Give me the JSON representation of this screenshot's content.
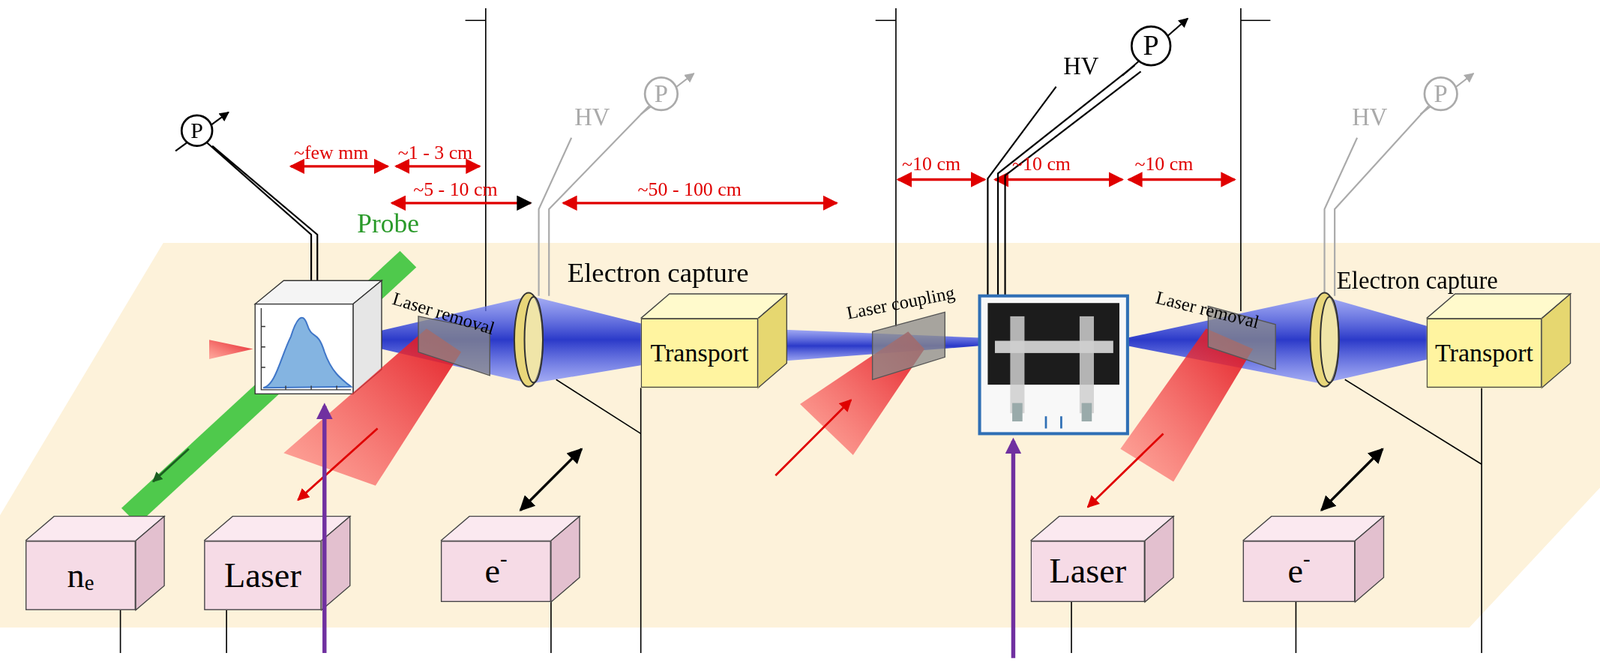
{
  "diagram": {
    "nodes": [
      {
        "text": [
          "P"
        ]
      },
      {
        "text": [
          "P"
        ]
      },
      {
        "text": [
          "P"
        ]
      },
      {
        "text": [
          "P"
        ]
      },
      {
        "text": [
          "Transport"
        ]
      },
      {
        "text": [
          "Transport"
        ]
      },
      {
        "text": [
          "n",
          "e"
        ]
      },
      {
        "text": [
          "Laser"
        ]
      },
      {
        "text": [
          "e",
          "-"
        ]
      },
      {
        "text": [
          "Laser"
        ]
      },
      {
        "text": [
          "e",
          "-"
        ]
      }
    ],
    "labels": [
      "~few mm",
      "~1 - 3 cm",
      "~5 - 10 cm",
      "~50 - 100 cm",
      "~10 cm",
      "~10 cm",
      "~10 cm",
      "Probe",
      "Laser removal",
      "Electron capture",
      "Laser coupling",
      "Laser removal",
      "Electron capture",
      "HV",
      "HV",
      "HV"
    ]
  }
}
